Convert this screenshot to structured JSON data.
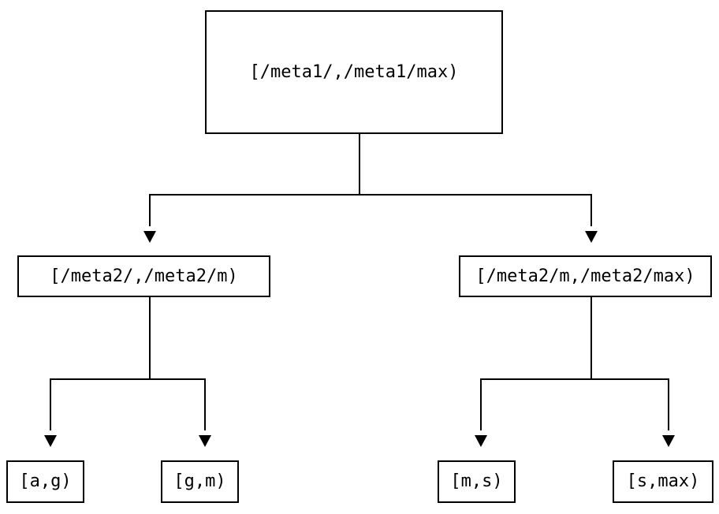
{
  "diagram": {
    "type": "tree",
    "colors": {
      "background": "#ffffff",
      "line": "#000000",
      "text": "#000000",
      "node_fill": "#ffffff"
    },
    "nodes": {
      "root": {
        "label": "[/meta1/,/meta1/max)"
      },
      "mid_left": {
        "label": "[/meta2/,/meta2/m)"
      },
      "mid_right": {
        "label": "[/meta2/m,/meta2/max)"
      },
      "leaf_1": {
        "label": "[a,g)"
      },
      "leaf_2": {
        "label": "[g,m)"
      },
      "leaf_3": {
        "label": "[m,s)"
      },
      "leaf_4": {
        "label": "[s,max)"
      }
    },
    "edges": [
      {
        "from": "root",
        "to": "mid_left"
      },
      {
        "from": "root",
        "to": "mid_right"
      },
      {
        "from": "mid_left",
        "to": "leaf_1"
      },
      {
        "from": "mid_left",
        "to": "leaf_2"
      },
      {
        "from": "mid_right",
        "to": "leaf_3"
      },
      {
        "from": "mid_right",
        "to": "leaf_4"
      }
    ]
  }
}
